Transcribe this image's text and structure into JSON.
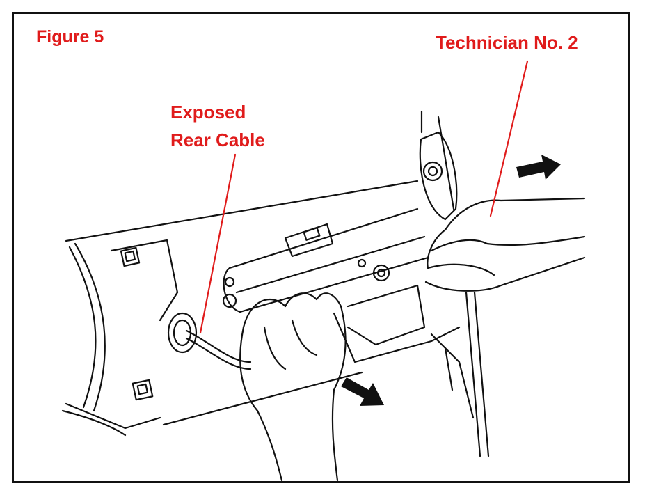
{
  "figure": {
    "title": "Figure 5",
    "callouts": {
      "technician": "Technician No. 2",
      "cable_line1": "Exposed",
      "cable_line2": "Rear Cable"
    },
    "colors": {
      "callout_text": "#e01b1b",
      "leader_line": "#e01b1b",
      "drawing_ink": "#111111",
      "background": "#ffffff"
    }
  }
}
